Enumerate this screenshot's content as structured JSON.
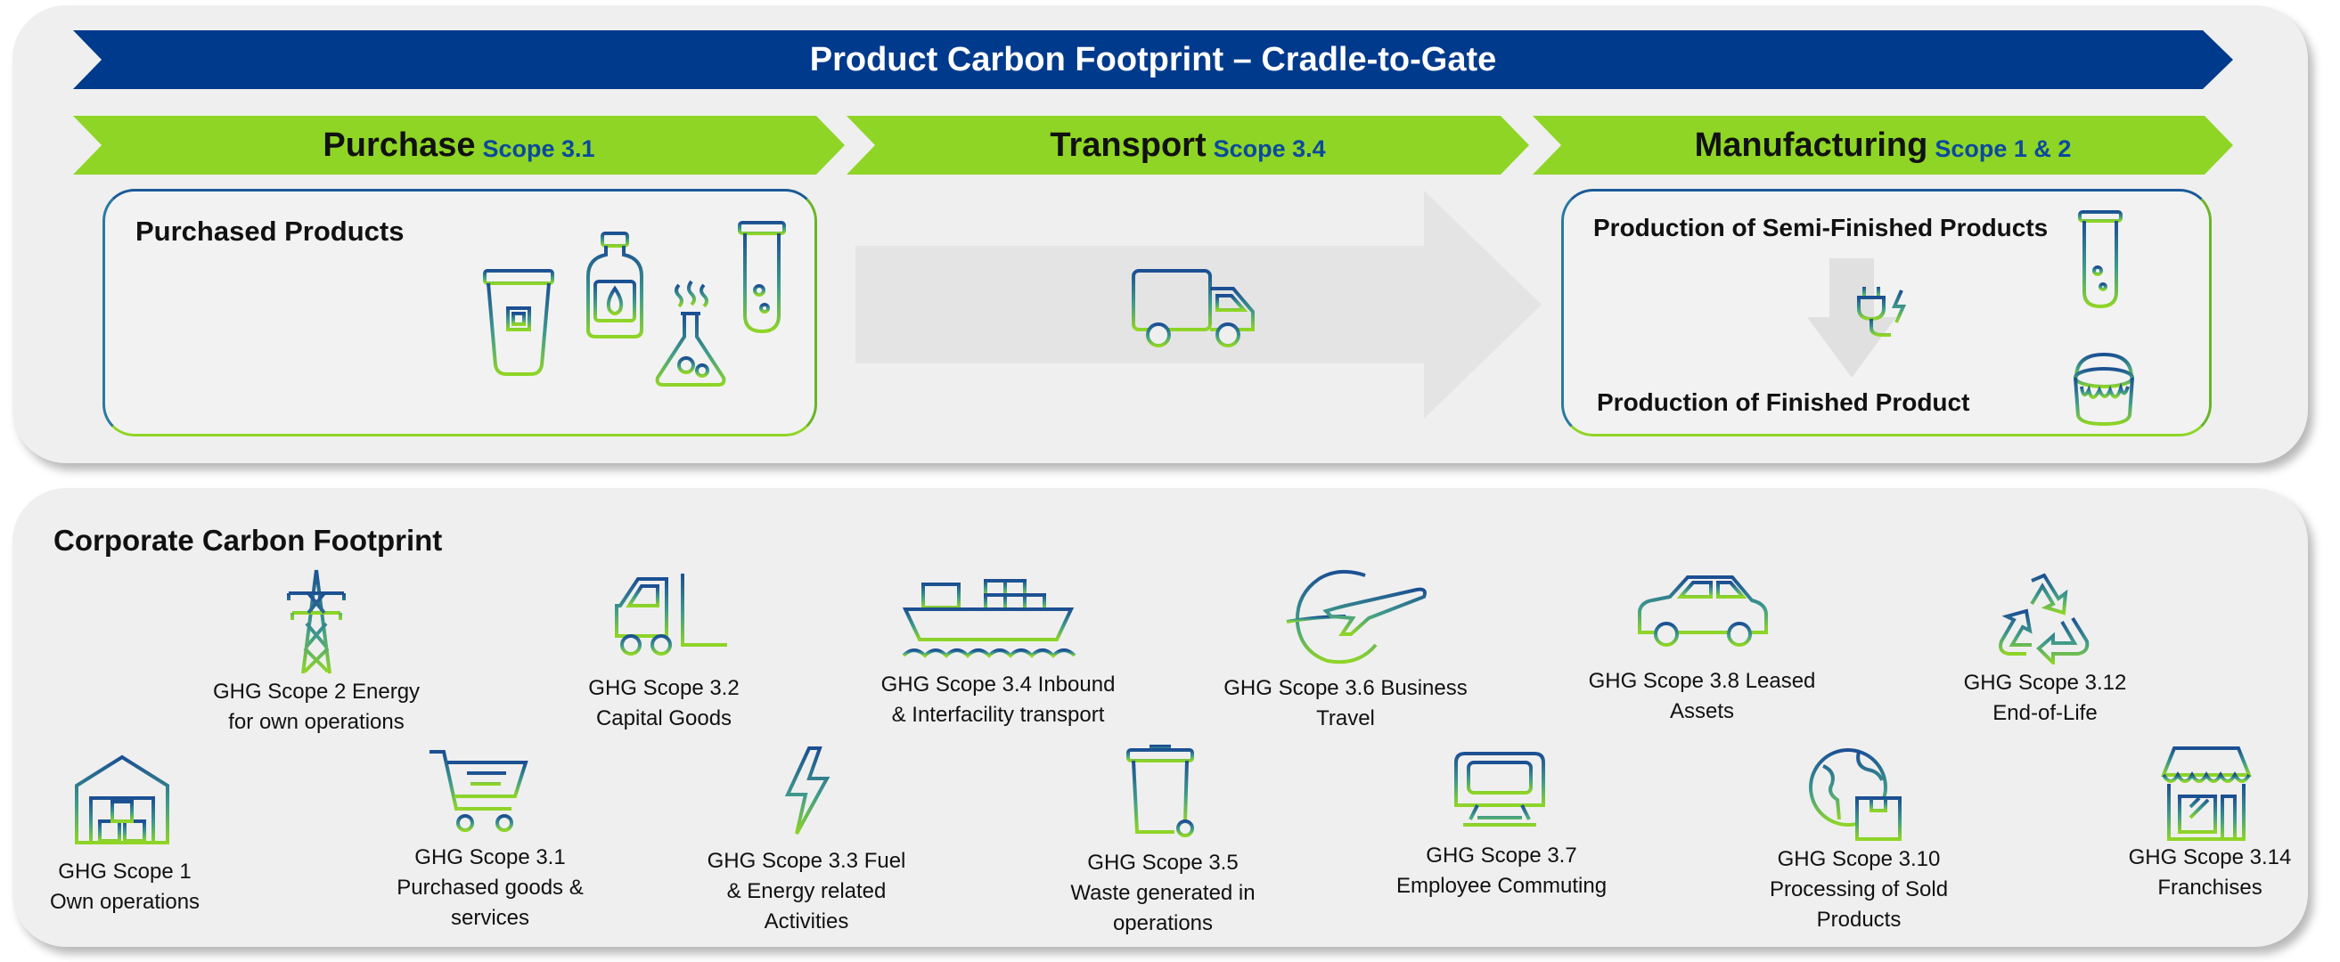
{
  "banner": {
    "title": "Product Carbon Footprint – Cradle-to-Gate"
  },
  "stages": [
    {
      "name": "Purchase",
      "scope": "Scope 3.1"
    },
    {
      "name": "Transport",
      "scope": "Scope 3.4"
    },
    {
      "name": "Manufacturing",
      "scope": "Scope 1 & 2"
    }
  ],
  "purchase_box": {
    "label": "Purchased Products"
  },
  "manufacturing_box": {
    "semi": "Production of Semi-Finished Products",
    "finished": "Production of Finished Product"
  },
  "corporate": {
    "title": "Corporate Carbon Footprint",
    "items": [
      {
        "label": "GHG Scope 1\nOwn operations",
        "icon": "warehouse-icon"
      },
      {
        "label": "GHG Scope 2 Energy\nfor own operations",
        "icon": "power-tower-icon"
      },
      {
        "label": "GHG Scope 3.1\nPurchased goods &\nservices",
        "icon": "shopping-cart-icon"
      },
      {
        "label": "GHG Scope 3.2\nCapital Goods",
        "icon": "forklift-icon"
      },
      {
        "label": "GHG Scope 3.3 Fuel\n& Energy related\nActivities",
        "icon": "lightning-icon"
      },
      {
        "label": "GHG Scope 3.4 Inbound\n& Interfacility transport",
        "icon": "ship-icon"
      },
      {
        "label": "GHG Scope 3.5\nWaste generated in\noperations",
        "icon": "trash-bin-icon"
      },
      {
        "label": "GHG Scope 3.6 Business\nTravel",
        "icon": "airplane-icon"
      },
      {
        "label": "GHG Scope 3.7\nEmployee Commuting",
        "icon": "train-icon"
      },
      {
        "label": "GHG Scope 3.8 Leased\nAssets",
        "icon": "car-icon"
      },
      {
        "label": "GHG Scope 3.10\nProcessing of Sold\nProducts",
        "icon": "globe-box-icon"
      },
      {
        "label": "GHG Scope 3.12\nEnd-of-Life",
        "icon": "recycle-icon"
      },
      {
        "label": "GHG Scope 3.14\nFranchises",
        "icon": "storefront-icon"
      }
    ]
  },
  "colors": {
    "navy": "#003a8c",
    "green": "#8fd526",
    "panel": "#efefef"
  }
}
